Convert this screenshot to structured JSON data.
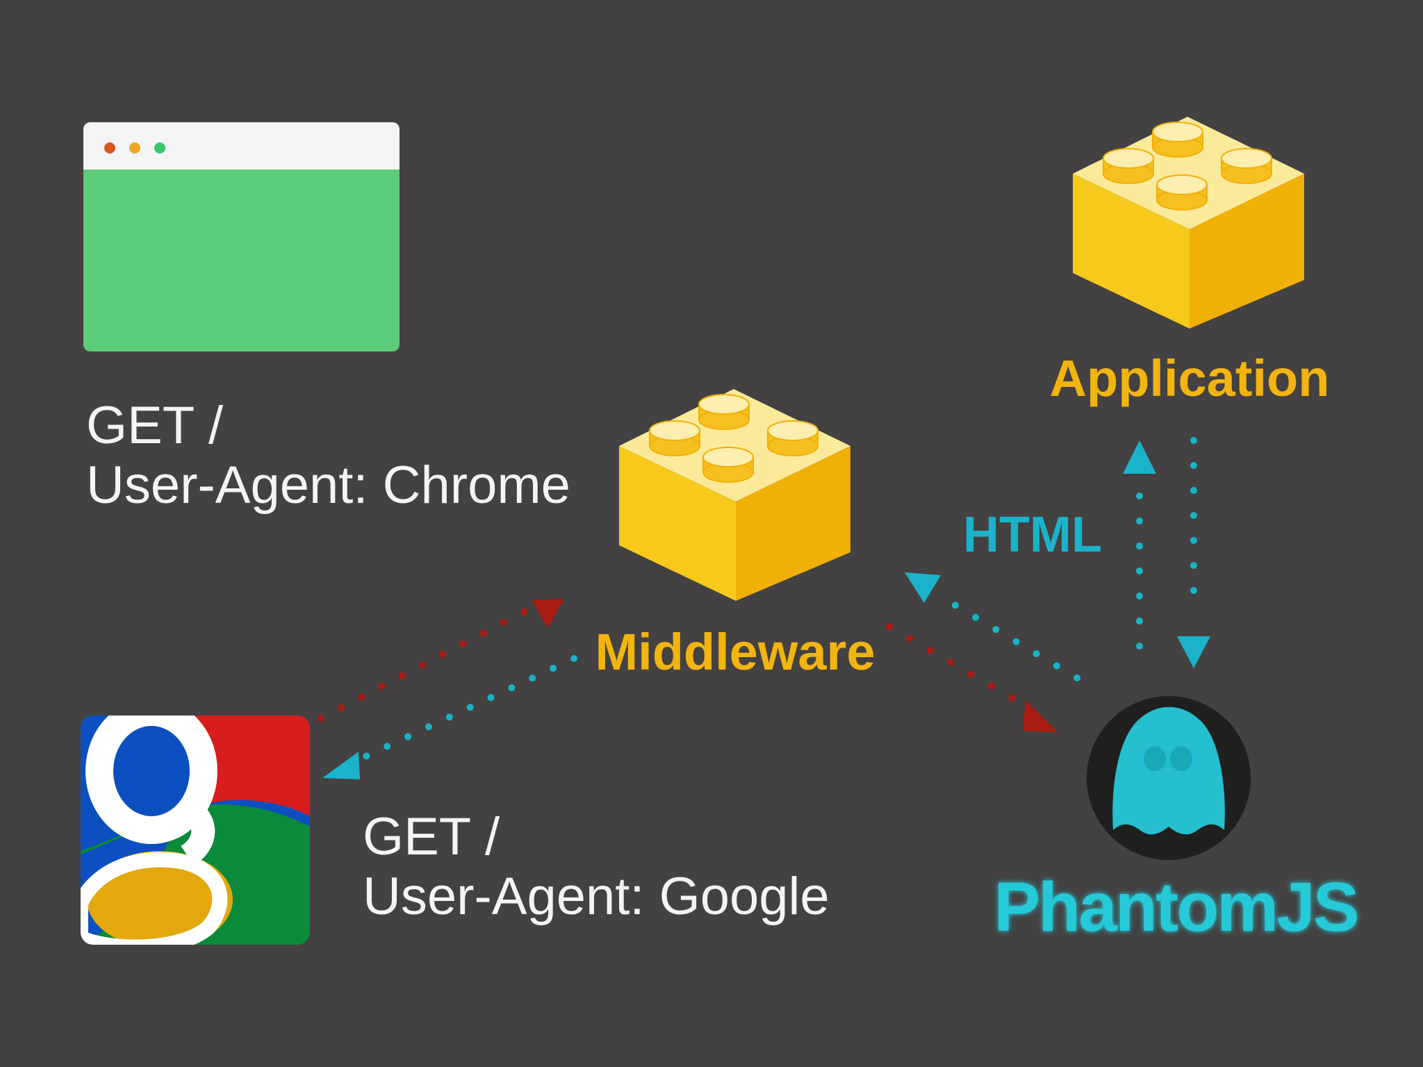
{
  "requests": {
    "browser": {
      "line1": "GET /",
      "line2": "User-Agent: Chrome"
    },
    "google": {
      "line1": "GET /",
      "line2": "User-Agent: Google"
    }
  },
  "nodes": {
    "middleware": "Middleware",
    "application": "Application",
    "phantomjs": "PhantomJS"
  },
  "edge_labels": {
    "html": "HTML"
  },
  "icons": {
    "browser": "browser-window-icon",
    "google": "google-logo-icon",
    "lego": "lego-brick-icon",
    "phantom": "phantomjs-ghost-icon"
  },
  "colors": {
    "background": "#434141",
    "request_arrow": "#a81c12",
    "response_arrow": "#1ab3c9",
    "brick": "#f5c518",
    "label_yellow": "#f2b50f",
    "text_white": "#f4f4f4"
  }
}
